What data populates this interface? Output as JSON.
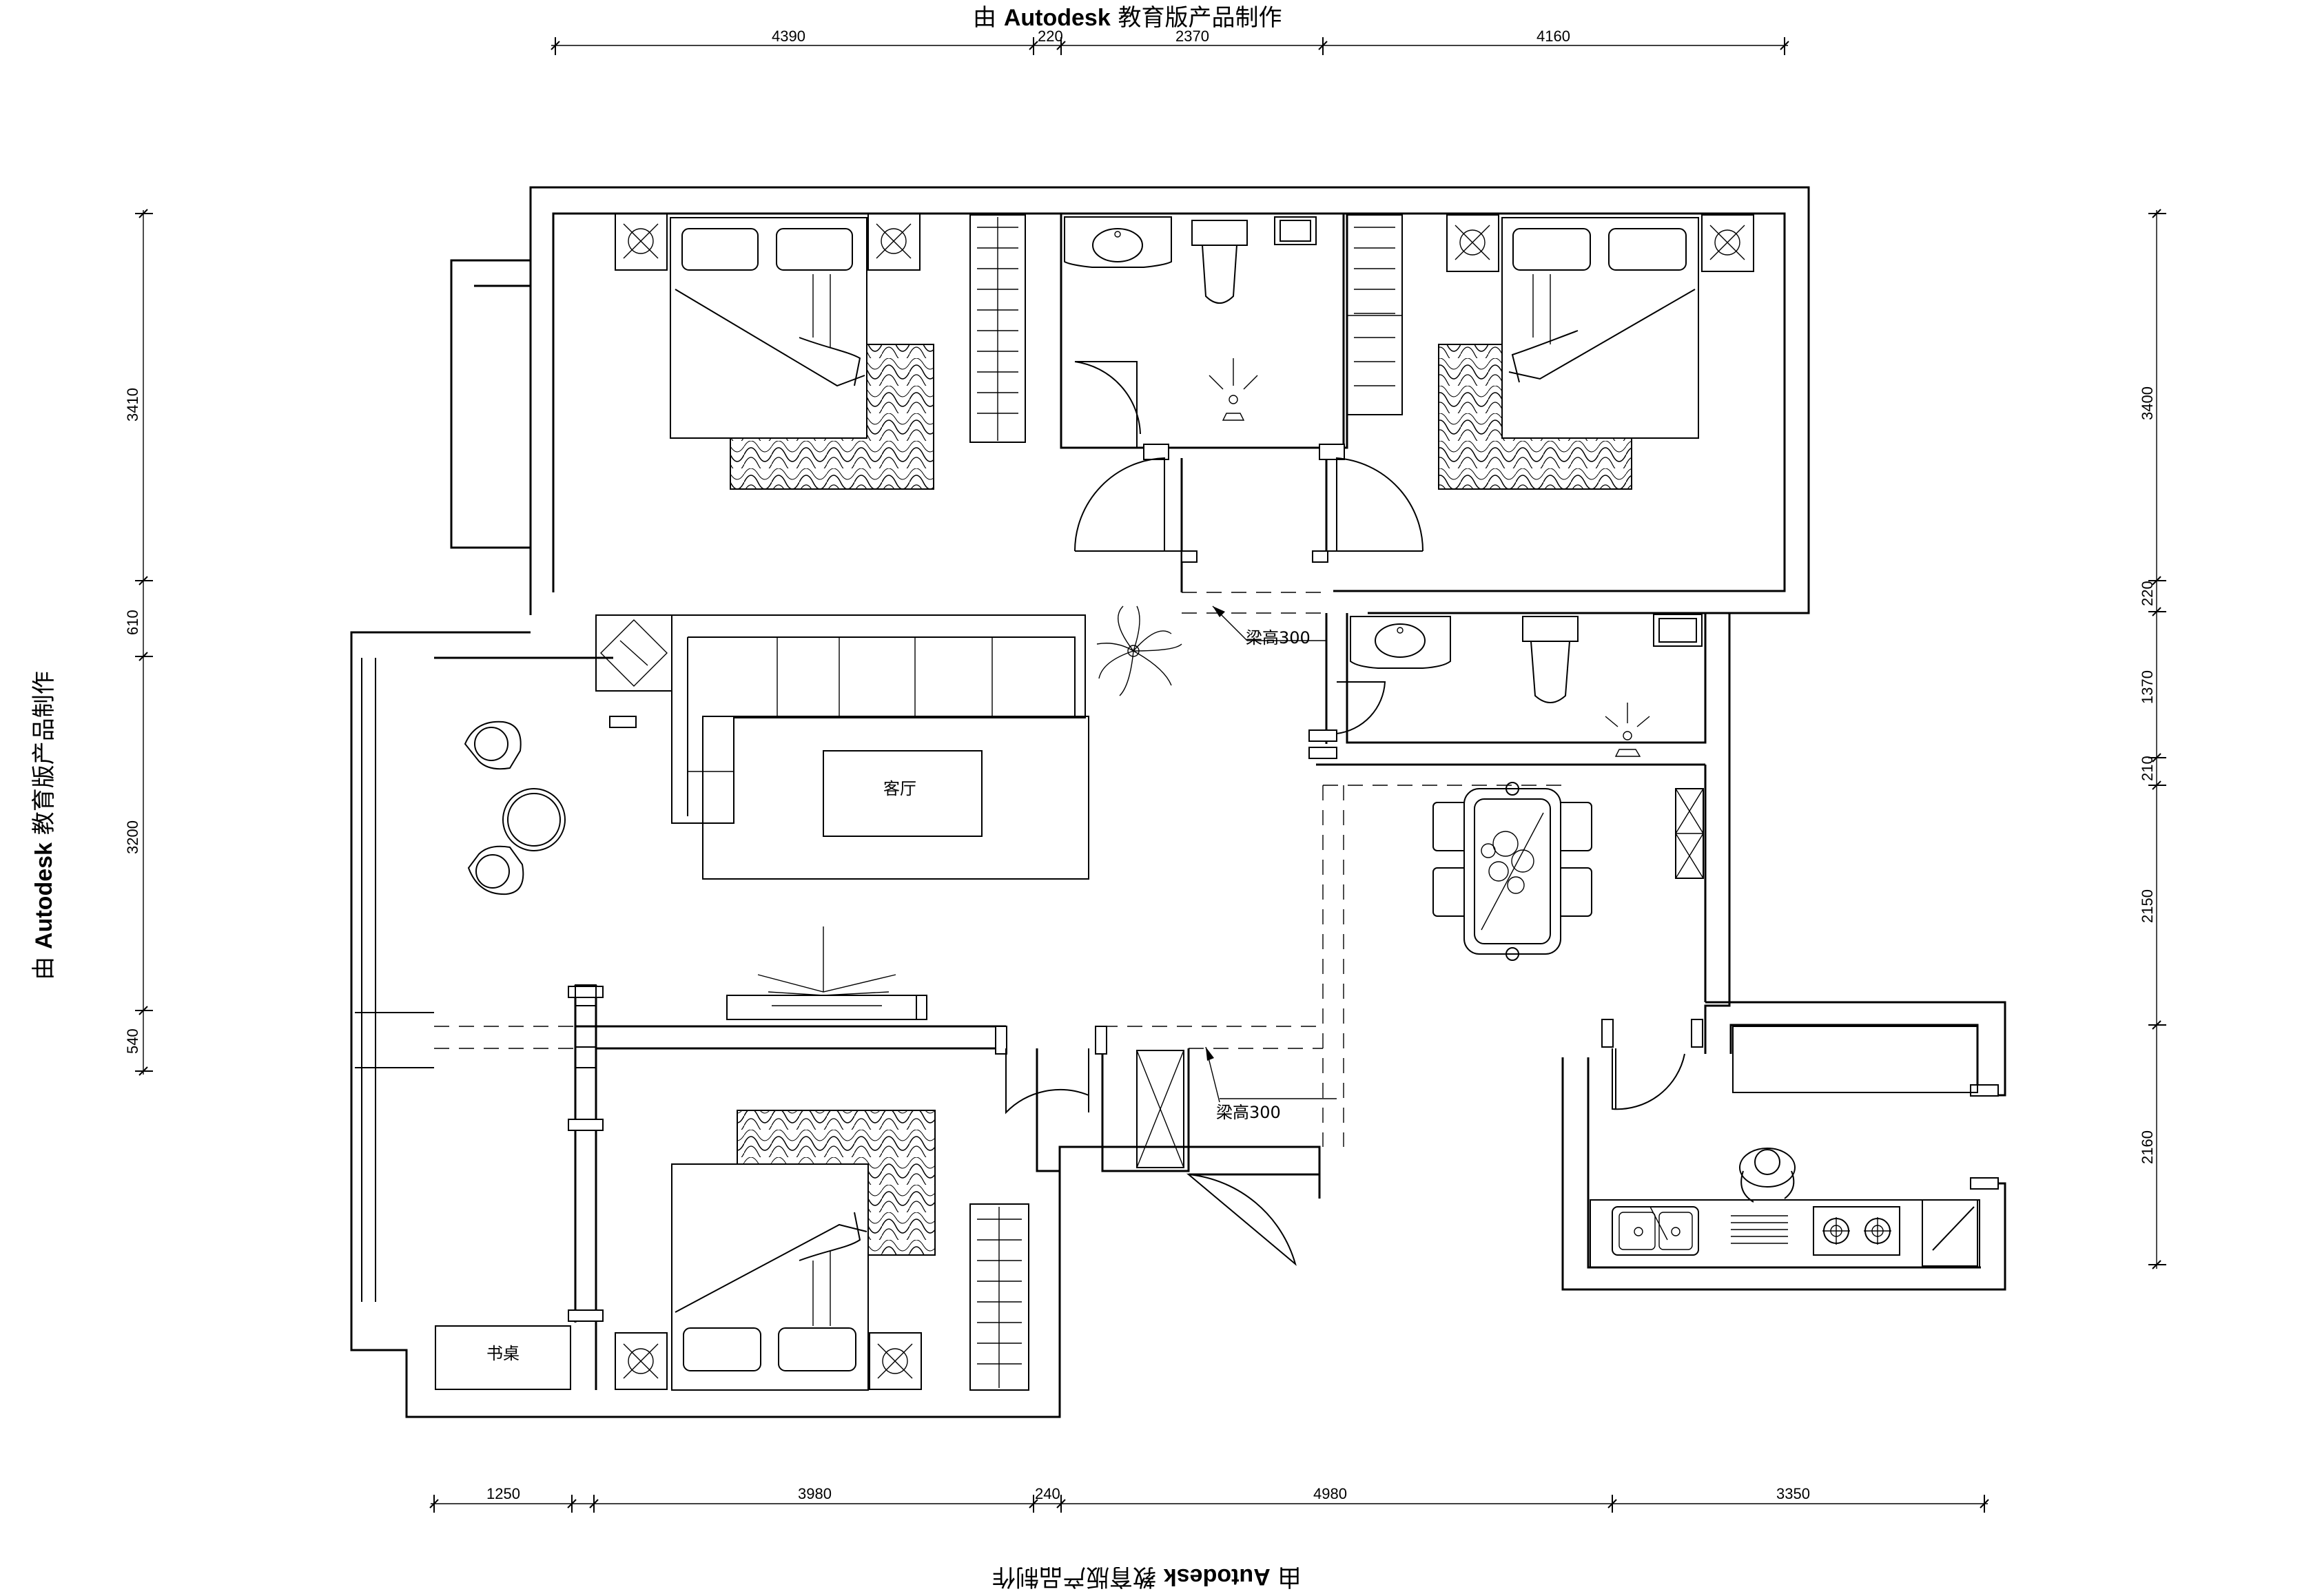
{
  "watermark": {
    "prefix": "由",
    "brand": "Autodesk",
    "suffix": "教育版产品制作"
  },
  "dimensions": {
    "top": [
      "4390",
      "220",
      "2370",
      "4160"
    ],
    "bottom": [
      "1250",
      "3980",
      "240",
      "4980",
      "3350"
    ],
    "left": [
      "3410",
      "610",
      "3200",
      "540"
    ],
    "right": [
      "3400",
      "220",
      "1370",
      "210",
      "2150",
      "2160"
    ]
  },
  "rooms": {
    "living_room": "客厅",
    "desk": "书桌"
  },
  "annotations": {
    "beam_upper": "梁高300",
    "beam_lower": "梁高300"
  }
}
